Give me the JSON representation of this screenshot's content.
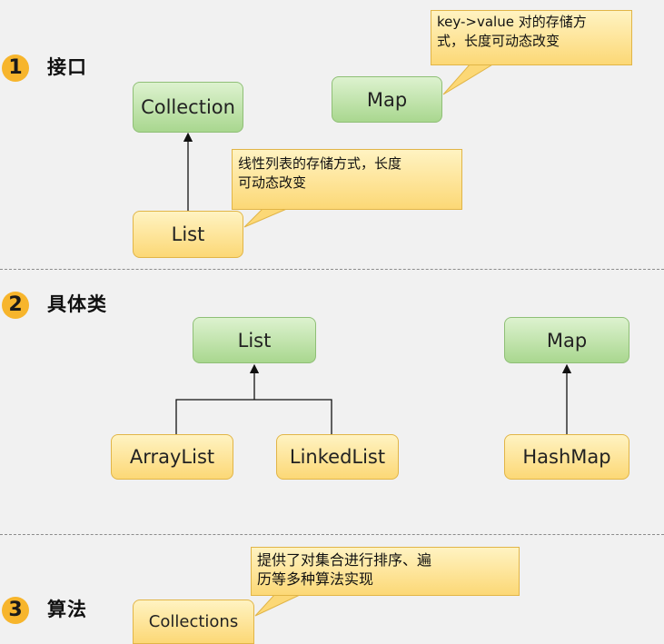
{
  "sections": [
    {
      "number": "1",
      "title": "接口"
    },
    {
      "number": "2",
      "title": "具体类"
    },
    {
      "number": "3",
      "title": "算法"
    }
  ],
  "interfaces": {
    "collection": "Collection",
    "map": "Map",
    "list": "List",
    "map_note": [
      "key->value 对的存储方",
      "式，长度可动态改变"
    ],
    "list_note": [
      "线性列表的存储方式，长度",
      "可动态改变"
    ]
  },
  "classes": {
    "list": "List",
    "map": "Map",
    "arraylist": "ArrayList",
    "linkedlist": "LinkedList",
    "hashmap": "HashMap"
  },
  "algorithms": {
    "collections": "Collections",
    "note": [
      "提供了对集合进行排序、遍",
      "历等多种算法实现"
    ]
  },
  "colors": {
    "green_box": "#a9d78f",
    "yellow_box": "#fcd876",
    "section_badge": "#f7b52c",
    "background": "#f1f1f1"
  }
}
